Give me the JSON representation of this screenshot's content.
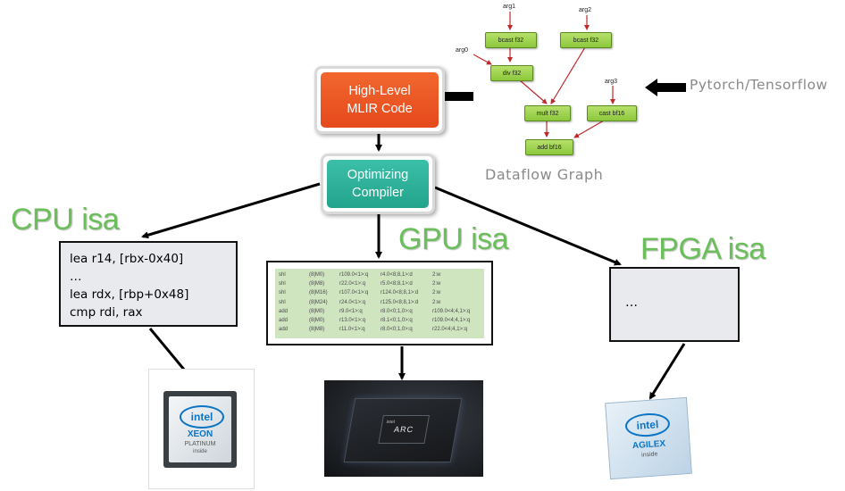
{
  "mlir_box": {
    "line1": "High-Level",
    "line2": "MLIR Code"
  },
  "compiler_box": {
    "line1": "Optimizing",
    "line2": "Compiler"
  },
  "pytorch_label": "Pytorch/Tensorflow",
  "dataflow_caption": "Dataflow Graph",
  "dataflow_graph": {
    "args": [
      "arg0",
      "arg1",
      "arg2",
      "arg3"
    ],
    "nodes": [
      "bcast f32",
      "bcast f32",
      "div f32",
      "mult f32",
      "cast bf16",
      "add bf16"
    ]
  },
  "cpu": {
    "title": "CPU isa",
    "lines": [
      "lea r14, [rbx-0x40]",
      "…",
      "lea rdx, [rbp+0x48]",
      "cmp rdi, rax"
    ]
  },
  "gpu": {
    "title": "GPU isa",
    "rows": [
      [
        "shl",
        "(8|M0)",
        "r109.0<1>:q",
        "r4.0<8;8,1>:d",
        "2:w"
      ],
      [
        "shl",
        "(8|M8)",
        "r22.0<1>:q",
        "r5.0<8;8,1>:d",
        "2:w"
      ],
      [
        "shl",
        "(8|M16)",
        "r107.0<1>:q",
        "r124.0<8;8,1>:d",
        "2:w"
      ],
      [
        "shl",
        "(8|M24)",
        "r24.0<1>:q",
        "r125.0<8;8,1>:d",
        "2:w"
      ],
      [
        "add",
        "(8|M0)",
        "r9.0<1>:q",
        "r8.0<0;1,0>:q",
        "r109.0<4;4,1>:q"
      ],
      [
        "add",
        "(8|M0)",
        "r13.0<1>:q",
        "r8.1<0;1,0>:q",
        "r109.0<4;4,1>:q"
      ],
      [
        "add",
        "(8|M8)",
        "r11.0<1>:q",
        "r8.0<0;1,0>:q",
        "r22.0<4;4,1>:q"
      ]
    ]
  },
  "fpga": {
    "title": "FPGA isa",
    "content": "…"
  },
  "chips": {
    "cpu": {
      "brand": "intel",
      "line1": "XEON",
      "line2": "PLATINUM",
      "line3": "inside"
    },
    "gpu": {
      "brand": "intel",
      "name": "ARC"
    },
    "fpga": {
      "brand": "intel",
      "line1": "AGILEX",
      "line2": "inside"
    }
  },
  "colors": {
    "mlir": "#e94f1e",
    "compiler": "#2fb39b",
    "isa_title": "#6bbf5b",
    "dfg_node": "#9ad14b"
  }
}
